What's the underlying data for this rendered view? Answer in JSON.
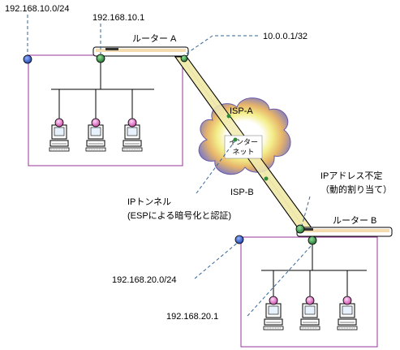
{
  "labels": {
    "net_a": "192.168.10.0/24",
    "gw_a": "192.168.10.1",
    "router_a": "ルーター A",
    "wan_a": "10.0.0.1/32",
    "isp_a": "ISP-A",
    "internet_line1": "インター",
    "internet_line2": "ネット",
    "isp_b": "ISP-B",
    "tunnel_line1": "IPトンネル",
    "tunnel_line2": "(ESPによる暗号化と認証)",
    "wan_b_line1": "IPアドレス不定",
    "wan_b_line2": "（動的割り当て）",
    "router_b": "ルーター B",
    "net_b": "192.168.20.0/24",
    "gw_b": "192.168.20.1"
  },
  "colors": {
    "lan_box": "#993399",
    "tunnel_fill": "#f2ebb0",
    "node_green": "#2e8b3a",
    "node_blue": "#2255cc",
    "host_pink": "#ee88dd",
    "leader": "#336699"
  },
  "icons": {
    "host": "desktop-computer-icon",
    "router": "router-icon",
    "cloud": "internet-cloud-icon"
  }
}
